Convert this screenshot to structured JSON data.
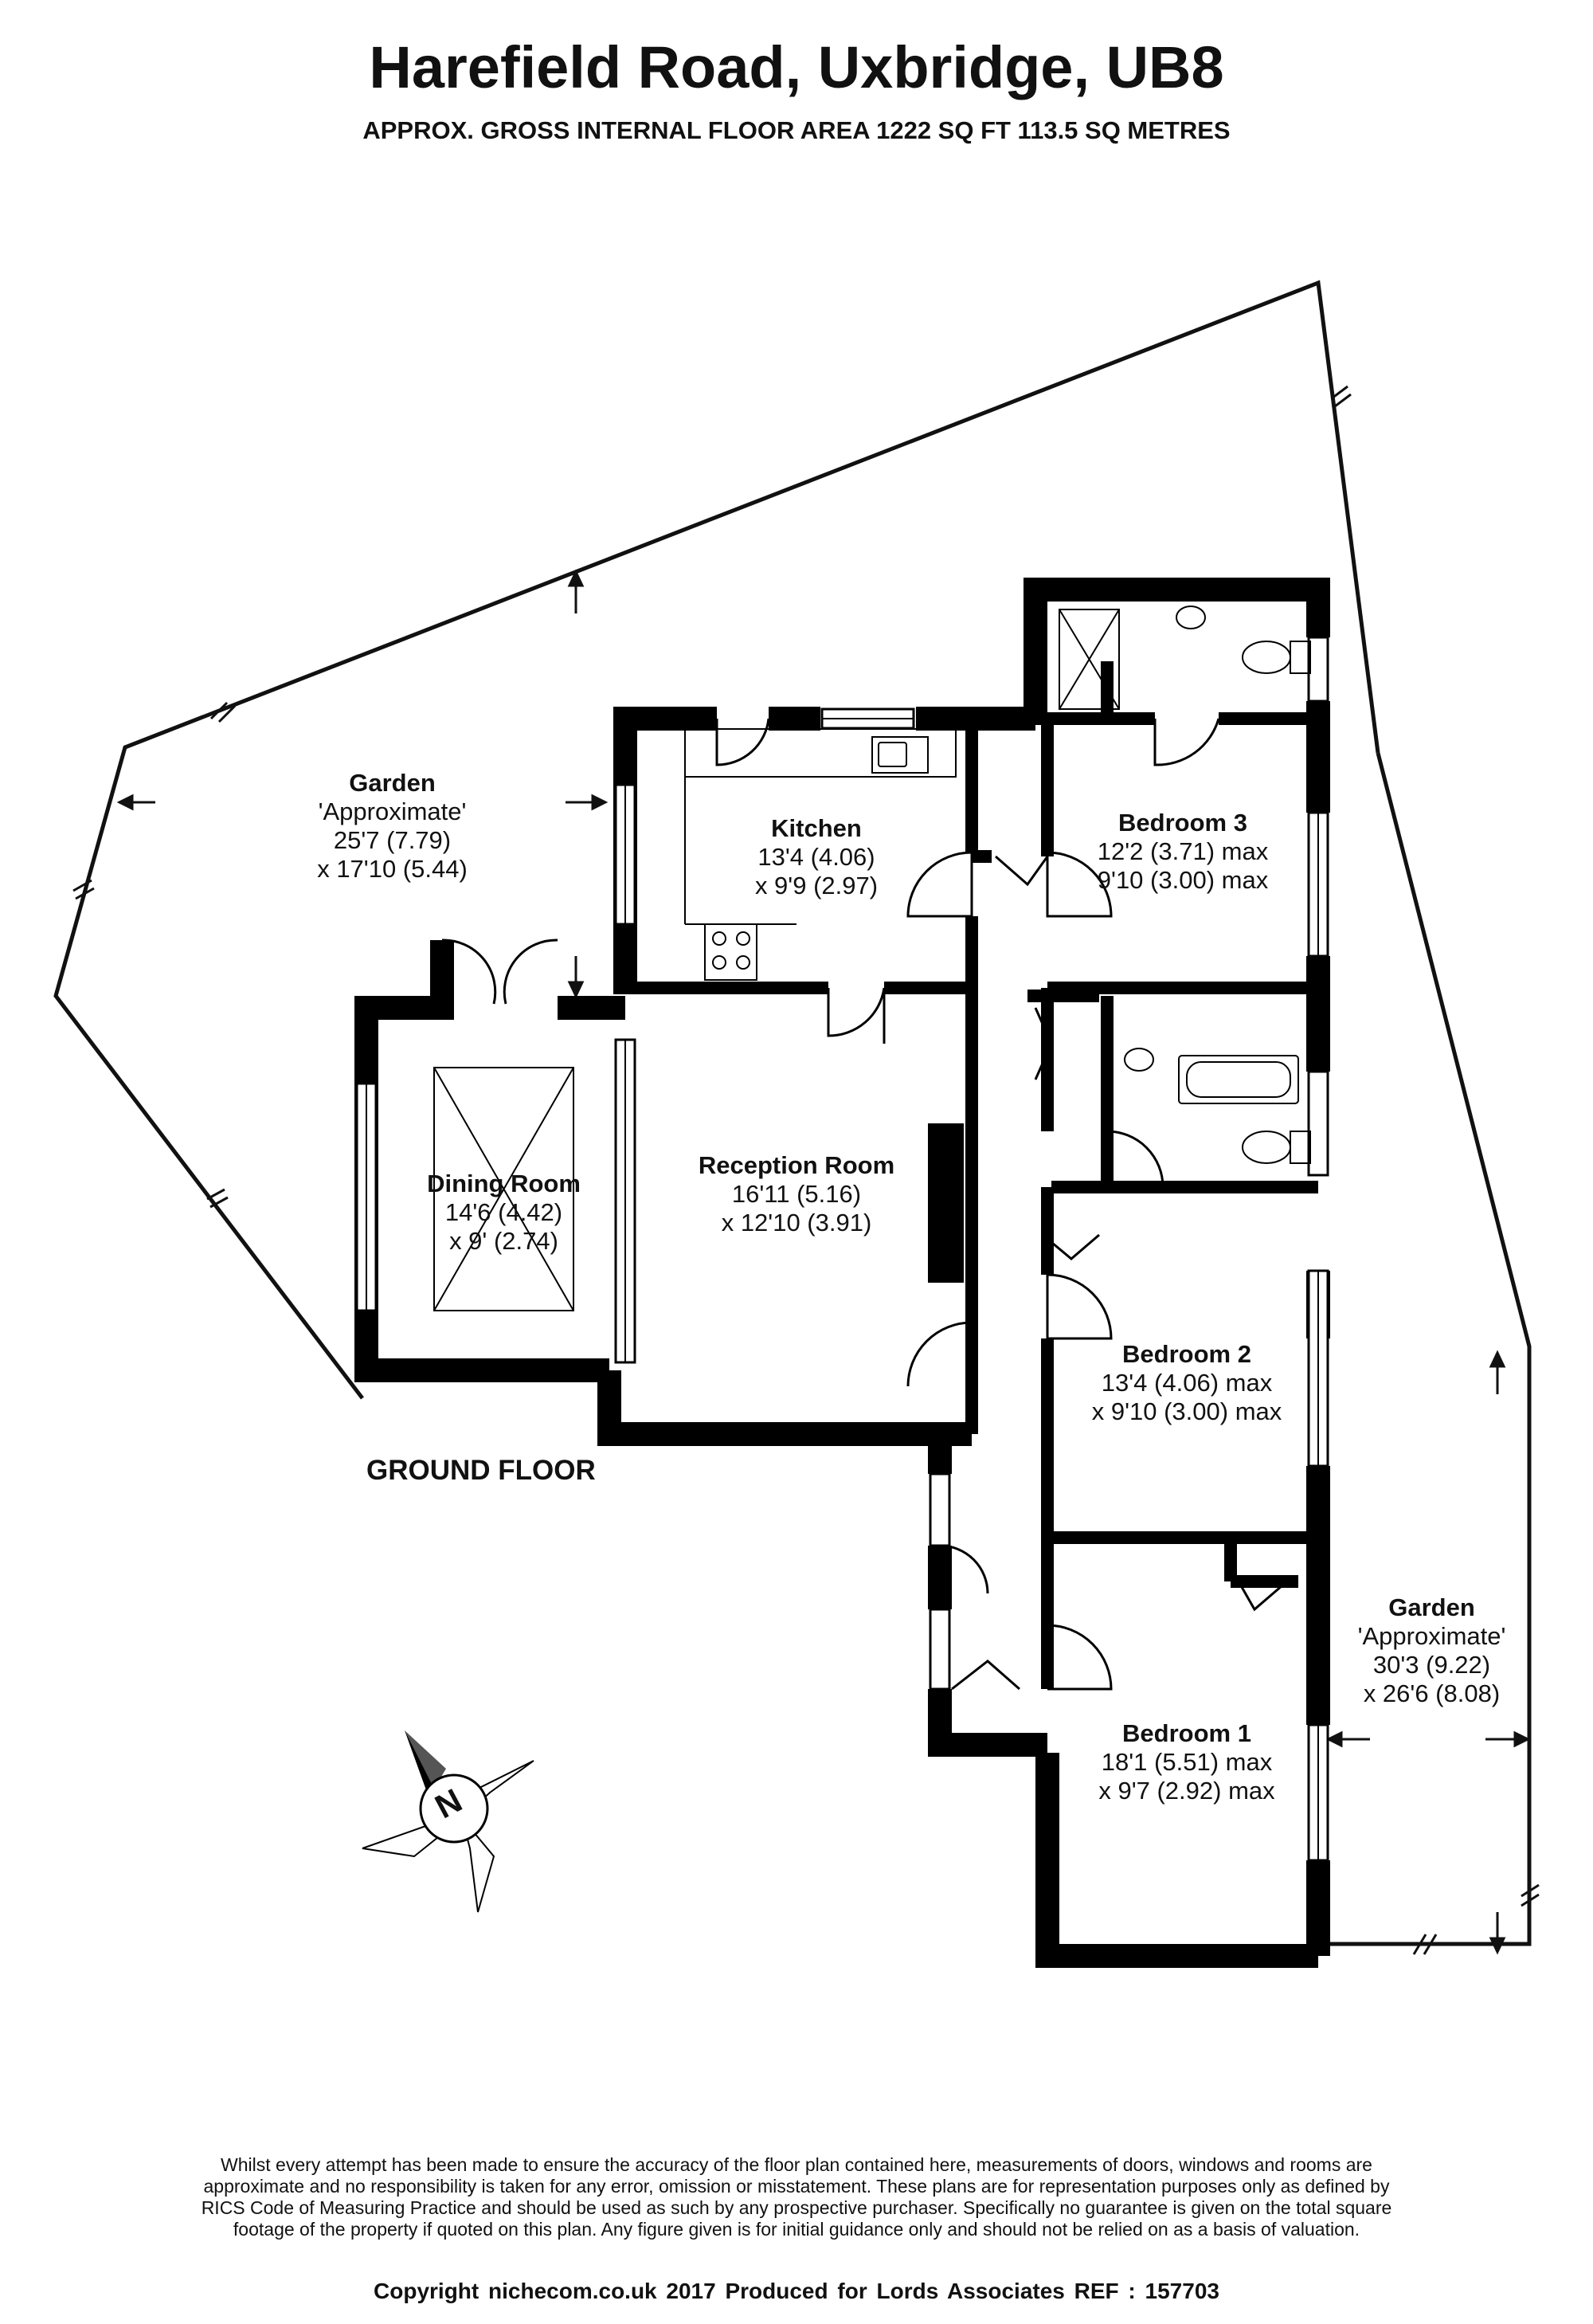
{
  "header": {
    "title": "Harefield Road, Uxbridge, UB8",
    "subtitle": "APPROX. GROSS INTERNAL FLOOR AREA 1222 SQ FT 113.5 SQ METRES"
  },
  "rooms": {
    "garden_left": {
      "name": "Garden",
      "lines": [
        "'Approximate'",
        "25'7 (7.79)",
        "x 17'10 (5.44)"
      ]
    },
    "kitchen": {
      "name": "Kitchen",
      "lines": [
        "13'4 (4.06)",
        "x 9'9 (2.97)"
      ]
    },
    "bedroom3": {
      "name": "Bedroom 3",
      "lines": [
        "12'2 (3.71) max",
        "9'10 (3.00) max"
      ]
    },
    "dining": {
      "name": "Dining Room",
      "lines": [
        "14'6 (4.42)",
        "x 9' (2.74)"
      ]
    },
    "reception": {
      "name": "Reception Room",
      "lines": [
        "16'11 (5.16)",
        "x 12'10 (3.91)"
      ]
    },
    "bedroom2": {
      "name": "Bedroom 2",
      "lines": [
        "13'4 (4.06) max",
        "x 9'10 (3.00) max"
      ]
    },
    "bedroom1": {
      "name": "Bedroom 1",
      "lines": [
        "18'1 (5.51) max",
        "x 9'7 (2.92) max"
      ]
    },
    "garden_right": {
      "name": "Garden",
      "lines": [
        "'Approximate'",
        "30'3 (9.22)",
        "x 26'6 (8.08)"
      ]
    }
  },
  "floor_label": "GROUND FLOOR",
  "compass": {
    "letter": "N"
  },
  "disclaimer": "Whilst every attempt has been made to ensure the accuracy of the floor plan contained here, measurements of doors, windows and rooms are approximate and no responsibility is taken for any error, omission or misstatement. These plans are for representation purposes only as defined by RICS Code of Measuring Practice and should be used as such by any prospective purchaser. Specifically no guarantee is given on the total square footage of the property if quoted on this plan. Any figure given is for initial guidance only and should not be relied on as a basis of valuation.",
  "footer": "Copyright nichecom.co.uk 2017     Produced for Lords Associates    REF :  157703"
}
